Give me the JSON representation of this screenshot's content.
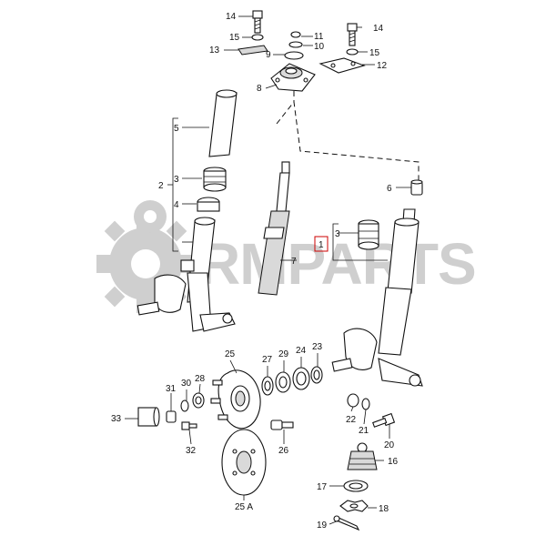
{
  "watermark": {
    "text": "RMPARTS",
    "color": "#cfcfcf"
  },
  "callouts": {
    "c14a": "14",
    "c15a": "15",
    "c13": "13",
    "c11": "11",
    "c10": "10",
    "c9": "9",
    "c8": "8",
    "c14b": "14",
    "c15b": "15",
    "c12": "12",
    "c5": "5",
    "c2": "2",
    "c3a": "3",
    "c4": "4",
    "c7": "7",
    "c1": "1",
    "c3b": "3",
    "c6": "6",
    "c25": "25",
    "c29": "29",
    "c24": "24",
    "c23": "23",
    "c27": "27",
    "c30": "30",
    "c28": "28",
    "c31": "31",
    "c33": "33",
    "c32": "32",
    "c26": "26",
    "c25a": "25 A",
    "c22": "22",
    "c21": "21",
    "c20": "20",
    "c16": "16",
    "c17": "17",
    "c18": "18",
    "c19": "19"
  },
  "colors": {
    "line": "#111111",
    "shade": "#d9d9d9",
    "dark": "#7a7a7a",
    "marker": "#cc0000"
  }
}
